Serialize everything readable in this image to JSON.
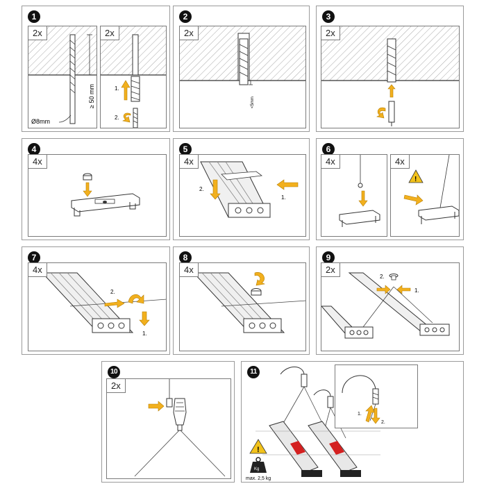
{
  "steps": [
    {
      "number": "1",
      "panels": [
        {
          "qty": "2x",
          "labels": {
            "diameter": "Ø8mm",
            "depth": "≥ 50 mm"
          }
        },
        {
          "qty": "2x",
          "labels": {
            "s1": "1.",
            "s2": "2."
          }
        }
      ]
    },
    {
      "number": "2",
      "panels": [
        {
          "qty": "2x",
          "labels": {
            "gap": "<5mm"
          }
        }
      ]
    },
    {
      "number": "3",
      "panels": [
        {
          "qty": "2x"
        }
      ]
    },
    {
      "number": "4",
      "panels": [
        {
          "qty": "4x"
        }
      ]
    },
    {
      "number": "5",
      "panels": [
        {
          "qty": "4x",
          "labels": {
            "s1": "1.",
            "s2": "2."
          }
        }
      ]
    },
    {
      "number": "6",
      "panels": [
        {
          "qty": "4x"
        },
        {
          "qty": "4x"
        }
      ]
    },
    {
      "number": "7",
      "panels": [
        {
          "qty": "4x",
          "labels": {
            "s1": "1.",
            "s2": "2."
          }
        }
      ]
    },
    {
      "number": "8",
      "panels": [
        {
          "qty": "4x"
        }
      ]
    },
    {
      "number": "9",
      "panels": [
        {
          "qty": "2x",
          "labels": {
            "s1": "1.",
            "s2": "2."
          }
        }
      ]
    },
    {
      "number": "10",
      "panels": [
        {
          "qty": "2x"
        }
      ]
    },
    {
      "number": "11",
      "labels": {
        "s1": "1.",
        "s2": "2.",
        "weight_unit": "Kg",
        "max_load": "max. 2,5 kg"
      }
    }
  ],
  "colors": {
    "arrow": "#f2b01e",
    "line": "#333333",
    "hatch": "#9a9a9a",
    "ceiling_fill": "#eeeeee",
    "warning": "#f2c21b",
    "accent_red": "#d42020"
  }
}
